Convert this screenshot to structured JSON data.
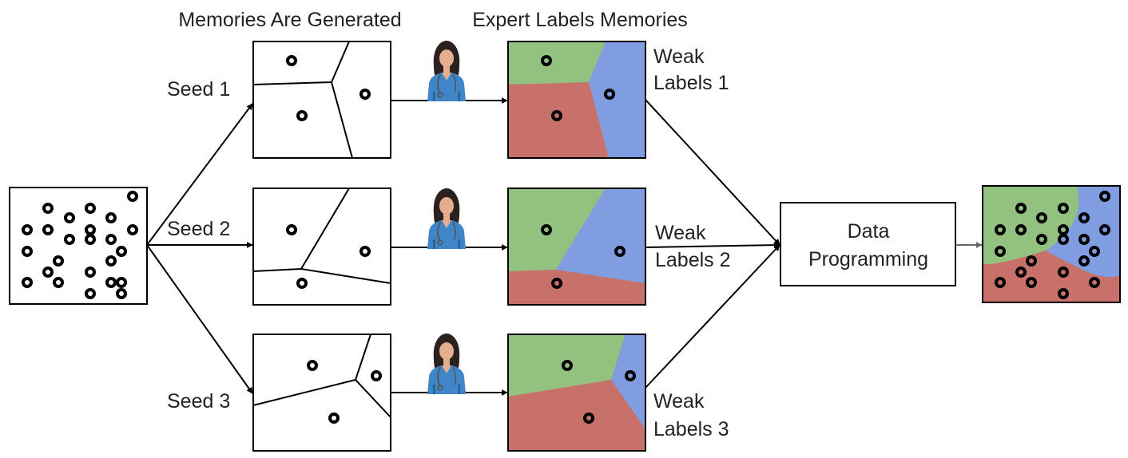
{
  "headers": {
    "memories_generated": "Memories Are Generated",
    "expert_labels": "Expert Labels Memories"
  },
  "seeds": [
    {
      "label": "Seed 1"
    },
    {
      "label": "Seed 2"
    },
    {
      "label": "Seed 3"
    }
  ],
  "weak_labels": [
    {
      "line1": "Weak",
      "line2": "Labels 1"
    },
    {
      "line1": "Weak",
      "line2": "Labels 2"
    },
    {
      "line1": "Weak",
      "line2": "Labels 3"
    }
  ],
  "data_programming": {
    "line1": "Data",
    "line2": "Programming"
  },
  "icons": {
    "expert": "doctor-icon"
  },
  "colors": {
    "green": "#93c180",
    "red": "#c8706a",
    "blue": "#7f9de0",
    "arrow": "#000000",
    "output_arrow": "#666666"
  }
}
